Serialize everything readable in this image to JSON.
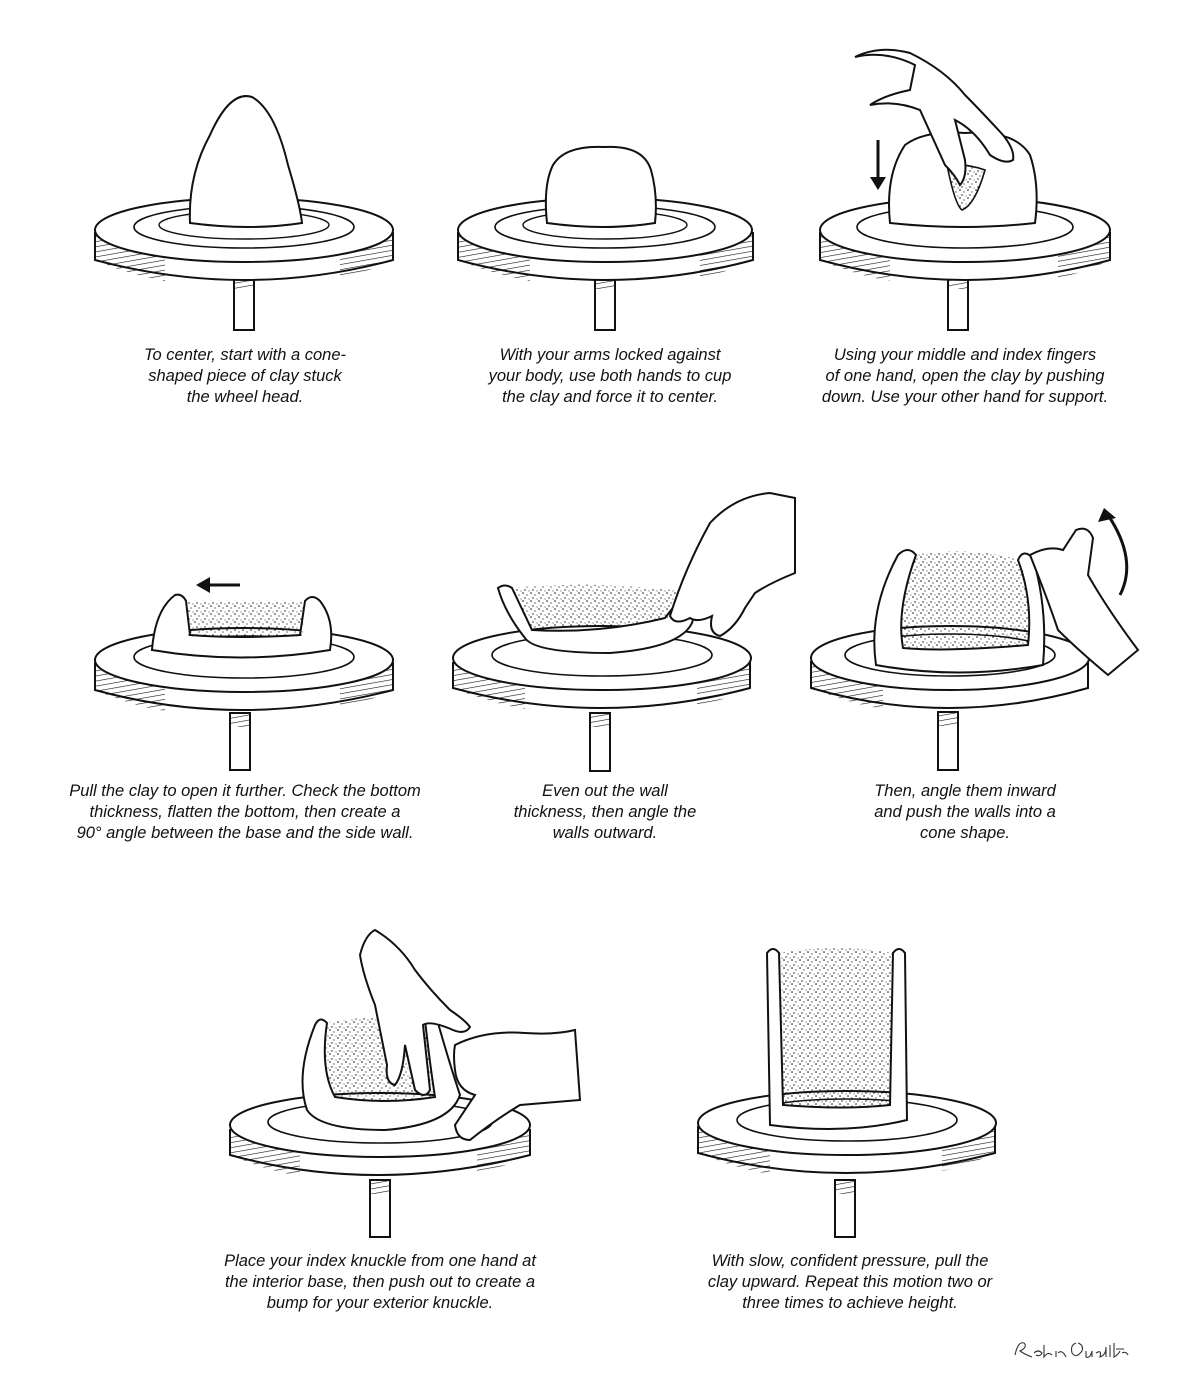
{
  "steps": [
    {
      "caption": "To center, start with a cone-\nshaped piece of clay stuck\nthe wheel head."
    },
    {
      "caption": "With your arms locked against\nyour body, use both hands to cup\nthe clay and force it to center."
    },
    {
      "caption": "Using your middle and index fingers\nof one hand, open the clay by pushing\ndown. Use your other hand for support."
    },
    {
      "caption": "Pull the clay to open it further. Check the bottom\nthickness, flatten the bottom, then create a\n90° angle between the base and the side wall."
    },
    {
      "caption": "Even out the wall\nthickness, then angle the\nwalls outward."
    },
    {
      "caption": "Then, angle them inward\nand push the walls into a\ncone shape."
    },
    {
      "caption": "Place your index knuckle from one hand at\nthe interior base, then push out to create a\nbump for your exterior knuckle."
    },
    {
      "caption": "With slow, confident pressure, pull the\nclay upward. Repeat this motion two or\nthree times to achieve height."
    }
  ],
  "signature": "Robin Ouellette",
  "colors": {
    "ink": "#111111",
    "background": "#ffffff"
  }
}
